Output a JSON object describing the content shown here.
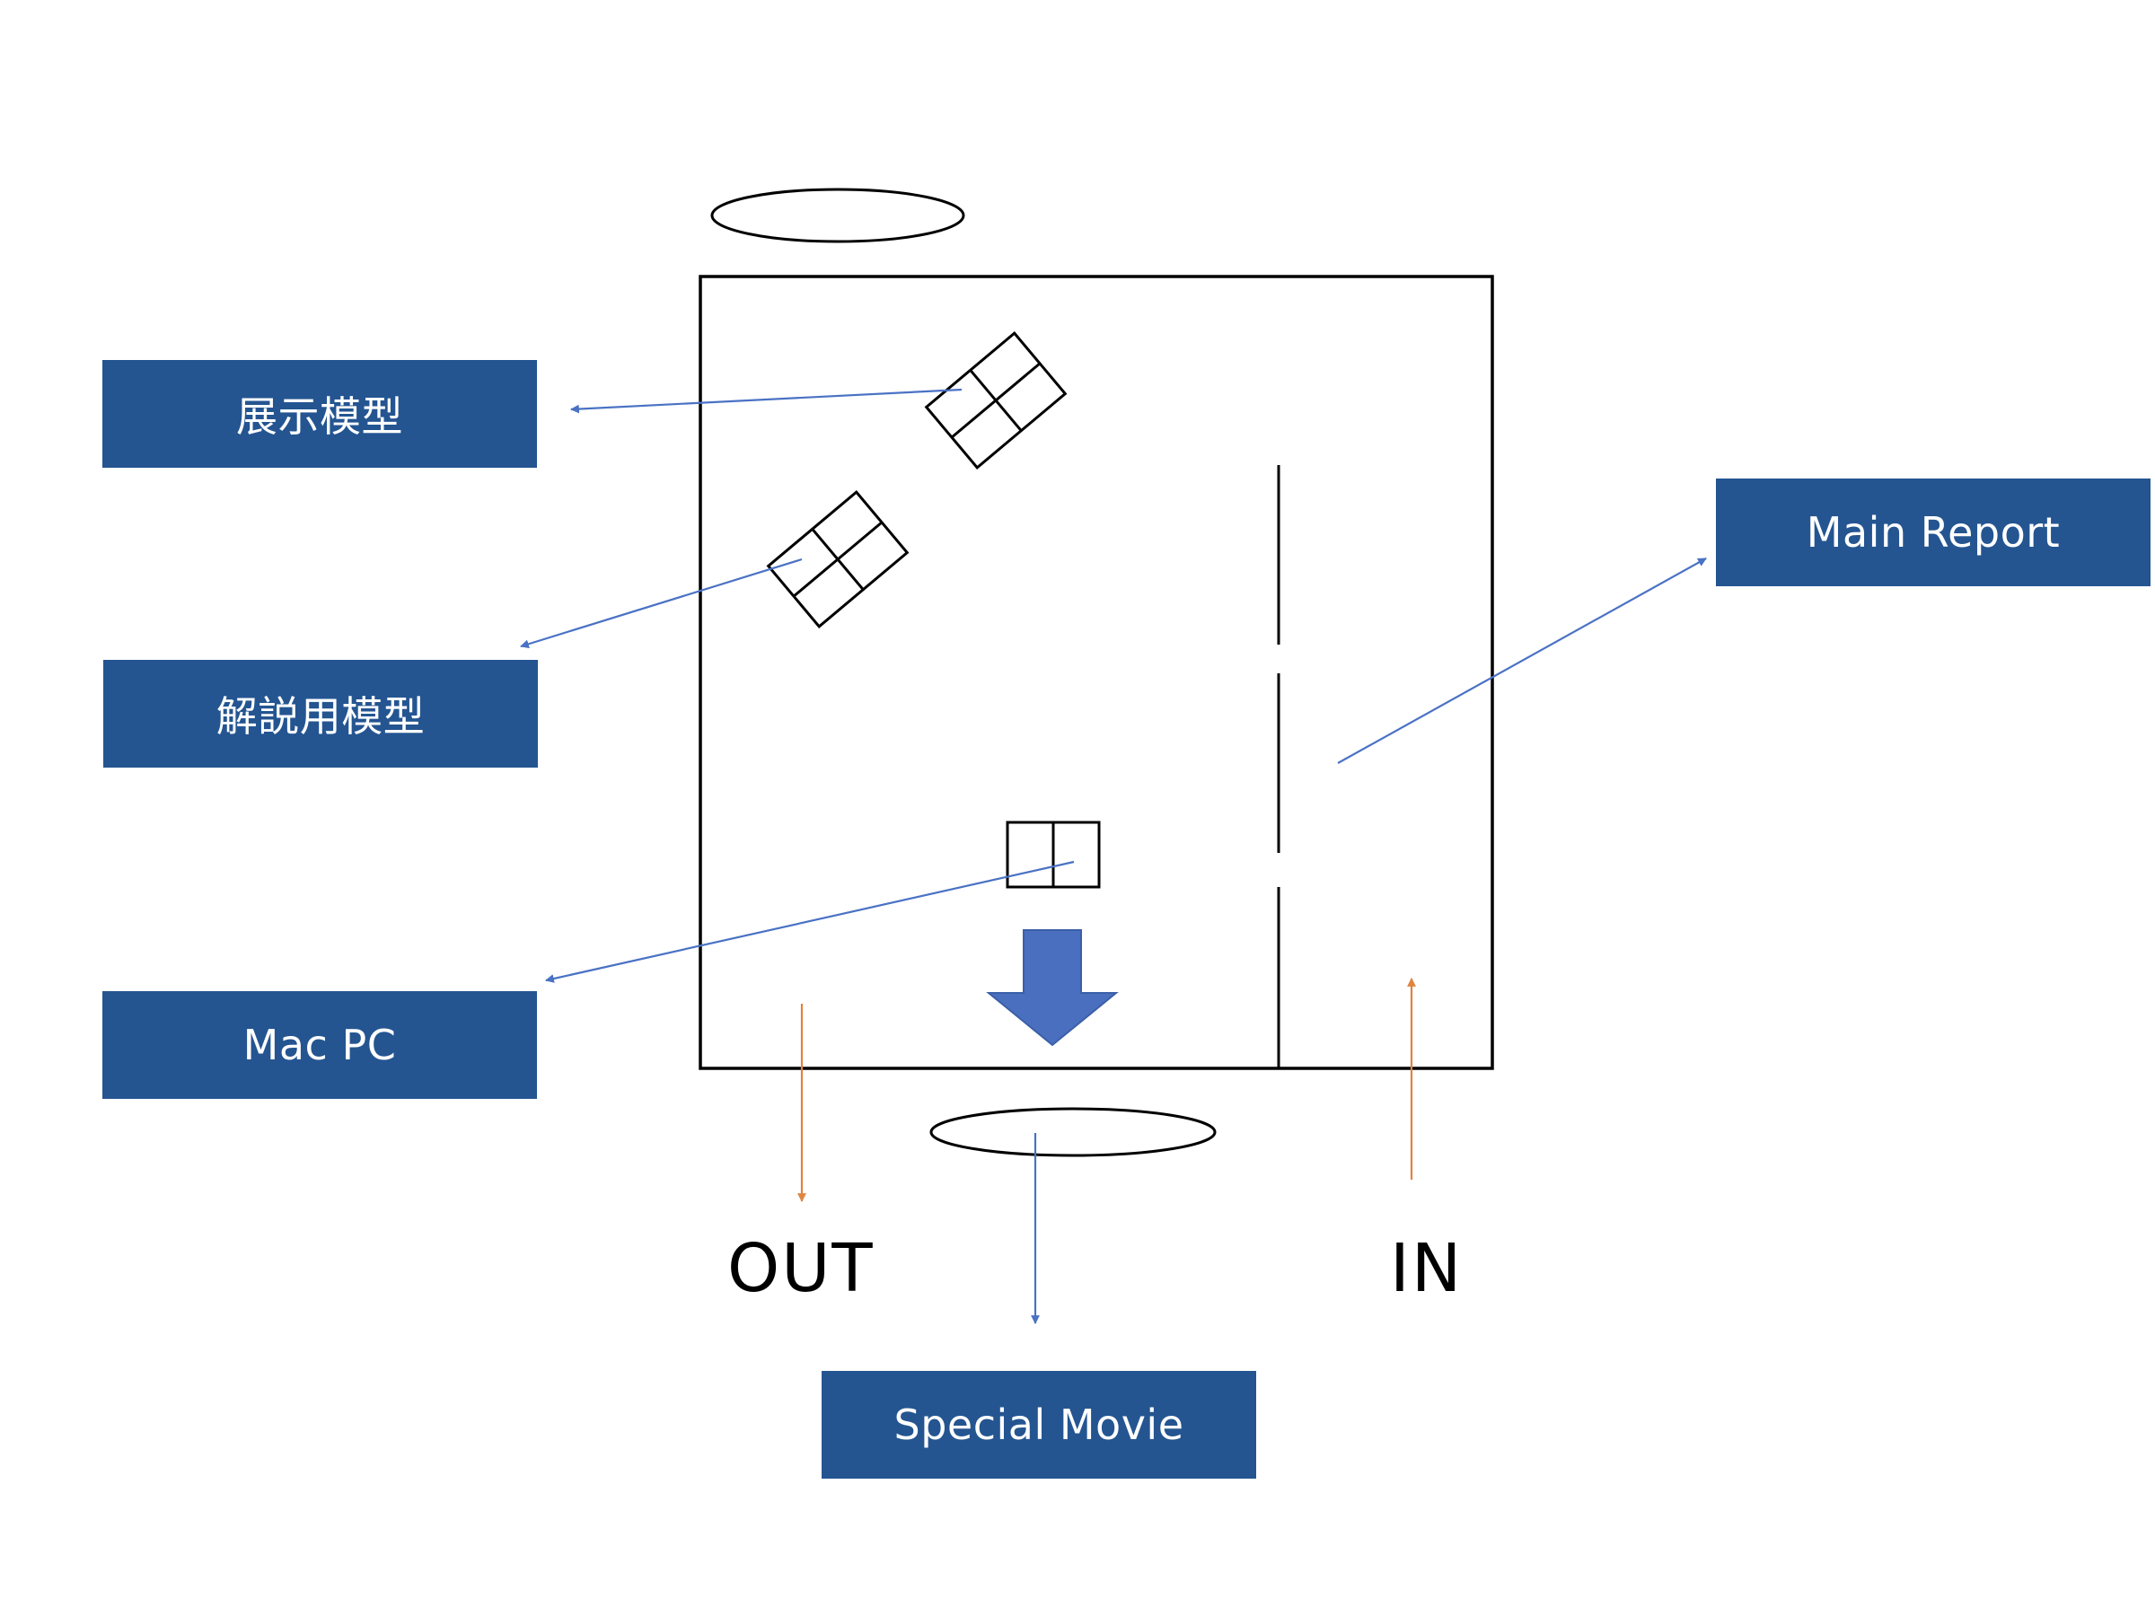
{
  "labels": {
    "exhibit_model": "展示模型",
    "explanation_model": "解説用模型",
    "mac_pc": "Mac PC",
    "main_report": "Main Report",
    "special_movie": "Special Movie"
  },
  "flow": {
    "out_label": "OUT",
    "in_label": "IN"
  },
  "colors": {
    "label_box_fill": "#245591",
    "pointer_arrow": "#4A72C4",
    "flow_arrow": "#E0843F",
    "direction_arrow": "#4A6FBE",
    "outline": "#000000"
  },
  "icons": {
    "direction_arrow": "down-arrow-icon",
    "flow_out": "arrow-down-icon",
    "flow_in": "arrow-up-icon"
  }
}
